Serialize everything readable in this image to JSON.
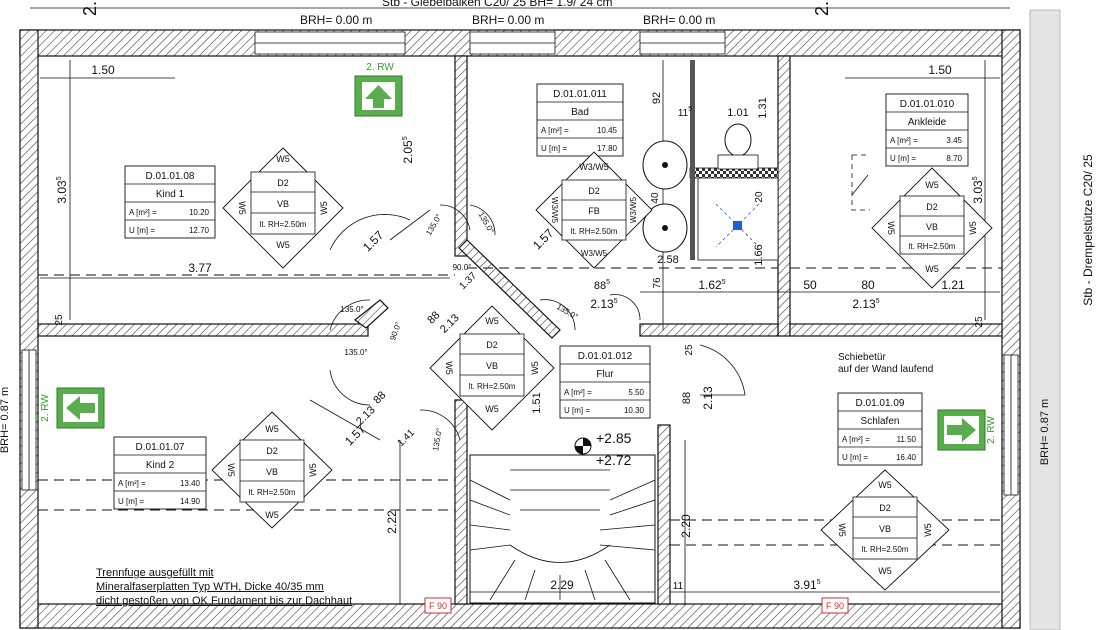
{
  "top_line": {
    "left_cut": "2.",
    "center": "Stb - Giebelbalken C20/ 25 BH= 1.9/ 24 cm",
    "right_cut": "2."
  },
  "brh_top": [
    "BRH= 0.00 m",
    "BRH= 0.00 m",
    "BRH= 0.00 m"
  ],
  "brh_side_left": "BRH= 0.87 m",
  "brh_side_right": "BRH= 0.87 m",
  "right_edge_label": "Stb - Drempelstütze C20/ 25",
  "rooms": [
    {
      "id": "D.01.01.08",
      "name": "Kind 1",
      "a_label": "A [m²] =",
      "a": "10.20",
      "u_label": "U [m] =",
      "u": "12.70"
    },
    {
      "id": "D.01.01.011",
      "name": "Bad",
      "a_label": "A [m²] =",
      "a": "10.45",
      "u_label": "U [m] =",
      "u": "17.80"
    },
    {
      "id": "D.01.01.010",
      "name": "Ankleide",
      "a_label": "A [m²] =",
      "a": "3.45",
      "u_label": "U [m] =",
      "u": "8.70"
    },
    {
      "id": "D.01.01.012",
      "name": "Flur",
      "a_label": "A [m²] =",
      "a": "5.50",
      "u_label": "U [m] =",
      "u": "10.30"
    },
    {
      "id": "D.01.01.07",
      "name": "Kind 2",
      "a_label": "A [m²] =",
      "a": "13.40",
      "u_label": "U [m] =",
      "u": "14.90"
    },
    {
      "id": "D.01.01.09",
      "name": "Schlafen",
      "a_label": "A [m²] =",
      "a": "11.50",
      "u_label": "U [m] =",
      "u": "16.40"
    }
  ],
  "wall_tags": [
    {
      "top": "W5",
      "mid1": "D2",
      "mid2": "VB",
      "bottom_row": "lt. RH=2.50m",
      "left": "W5",
      "right": "W5",
      "base": "W5"
    },
    {
      "top": "W3/W5",
      "mid1": "D2",
      "mid2": "FB",
      "bottom_row": "lt. RH=2.50m",
      "left": "W3/W5",
      "right": "W3/W5",
      "base": "W3/W5"
    },
    {
      "top": "W5",
      "mid1": "D2",
      "mid2": "VB",
      "bottom_row": "lt. RH=2.50m",
      "left": "W5",
      "right": "W5",
      "base": "W5"
    },
    {
      "top": "W5",
      "mid1": "D2",
      "mid2": "VB",
      "bottom_row": "lt. RH=2.50m",
      "left": "W5",
      "right": "W5",
      "base": "W5"
    },
    {
      "top": "W5",
      "mid1": "D2",
      "mid2": "VB",
      "bottom_row": "lt. RH=2.50m",
      "left": "W5",
      "right": "W5",
      "base": "W5"
    },
    {
      "top": "W5",
      "mid1": "D2",
      "mid2": "VB",
      "bottom_row": "lt. RH=2.50m",
      "left": "W5",
      "right": "W5",
      "base": "W5"
    }
  ],
  "exit_signs": [
    {
      "text": "2. RW",
      "arrow": "arrow-up-icon"
    },
    {
      "text": "2. RW",
      "arrow": "arrow-left-icon"
    },
    {
      "text": "2. RW",
      "arrow": "arrow-right-icon"
    }
  ],
  "fire_labels": [
    "F 90",
    "F 90"
  ],
  "elevations": {
    "upper": "+2.85",
    "lower": "+2.72"
  },
  "dimensions": {
    "d_150_left": "1.50",
    "d_150_right": "1.50",
    "d_303_left": "3.03",
    "d_303_left_sup": "5",
    "d_303_right": "3.03",
    "d_303_right_sup": "5",
    "d_205": "2.05",
    "d_205_sup": "5",
    "d_377": "3.77",
    "d_25_left": "25",
    "d_25_right": "25",
    "d_25_flur": "25",
    "d_92": "92",
    "d_11": "11",
    "d_11_sup": "5",
    "d_101": "1.01",
    "d_131": "1.31",
    "d_20": "20",
    "d_40": "40",
    "d_166": "1.66",
    "d_258": "2.58",
    "d_88_bad": "88",
    "d_88_bad_sup": "5",
    "d_213_bad": "2.13",
    "d_213_bad_sup": "5",
    "d_76": "76",
    "d_162": "1.62",
    "d_162_sup": "5",
    "d_50": "50",
    "d_80": "80",
    "d_121": "1.21",
    "d_213_ank": "2.13",
    "d_213_ank_sup": "5",
    "d_157_a": "1.57",
    "d_157_b": "1.57",
    "d_157_c": "1.57",
    "d_88_a": "88",
    "d_213_a": "2.13",
    "d_88_b": "88",
    "d_213_b": "2.13",
    "d_88_c": "88",
    "d_213_c": "2.13",
    "d_137": "1.37",
    "d_141": "1.41",
    "d_151": "1.51",
    "d_222": "2.22",
    "d_229": "2.29",
    "d_220": "2.20",
    "d_11b": "11",
    "d_391": "3.91",
    "d_391_sup": "5",
    "ang_1350_a": "135.0°",
    "ang_1350_b": "135.0°",
    "ang_1350_c": "135.0°",
    "ang_1350_d": "135.0°",
    "ang_1350_e": "135.0°",
    "ang_1350_f": "135.0°",
    "ang_1350_g": "135.0°",
    "ang_1350_h": "135.0°",
    "ang_900_a": "90.0°",
    "ang_900_b": "90.0°"
  },
  "notes": {
    "trennfuge_1": "Trennfuge ausgefüllt mit",
    "trennfuge_2": "Mineralfaserplatten Typ WTH, Dicke 40/35 mm",
    "trennfuge_3": "dicht gestoßen von OK Fundament bis zur Dachhaut",
    "schiebetuer_1": "Schiebetür",
    "schiebetuer_2": "auf der Wand laufend"
  },
  "colors": {
    "exit_green": "#5aad4e",
    "fire_red": "#d62b2b",
    "shower_blue": "#1f5fd6"
  }
}
